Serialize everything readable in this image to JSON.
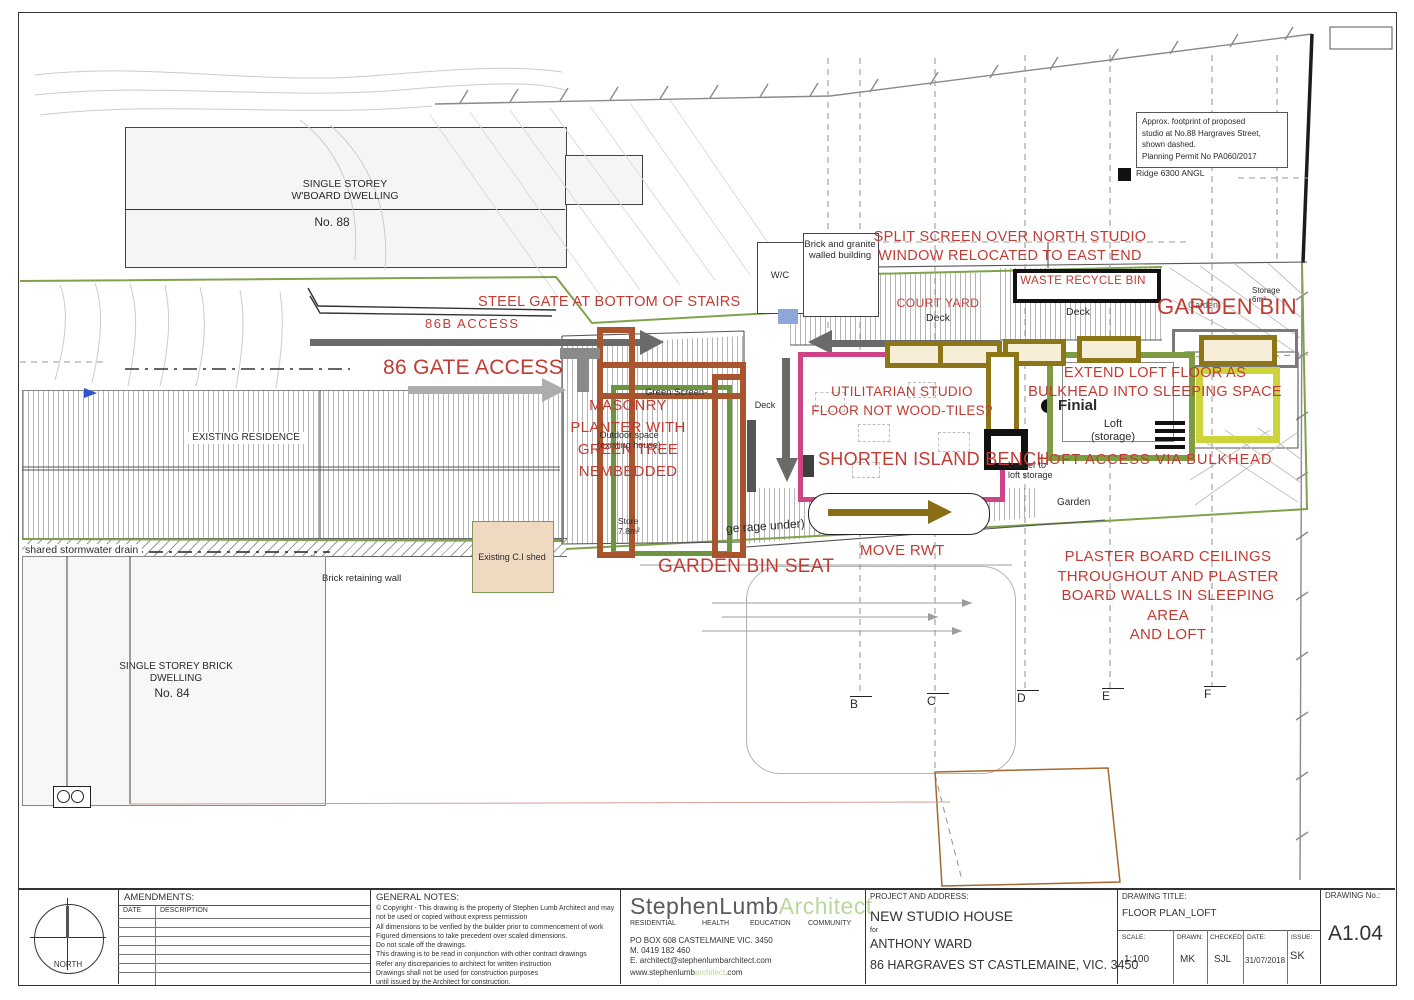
{
  "colors": {
    "red_note": "#c23b33",
    "boundary_green": "#7fa24b",
    "studio_pink": "#ce4587",
    "planter_rust": "#a8542c",
    "window_olive": "#8d7618",
    "loft_green": "#7d9c42",
    "yellow_green": "#cdd33a",
    "arrow_dark_gray": "#6a6a6a",
    "arrow_light_gray": "#adadad",
    "arrow_brown": "#8a6d15",
    "brand_green": "#b9d89c"
  },
  "buildings": {
    "no88_type": "SINGLE STOREY\nW'BOARD DWELLING",
    "no88_number": "No. 88",
    "existing_residence": "EXISTING RESIDENCE",
    "no84_type": "SINGLE STOREY BRICK\nDWELLING",
    "no84_number": "No. 84",
    "wc": "W/C",
    "brick_granite": "Brick and granite\nwalled building",
    "ci_shed": "Existing C.I shed"
  },
  "site_labels": {
    "shared_drain": "shared stormwater  drain",
    "brick_retaining": "Brick retaining wall",
    "store": "Store\n7.8m²",
    "green_screen": "Green Screen-",
    "outdoor_space": "Outdoor space\n(existing house)",
    "deck_stairs": "Deck",
    "deck_court": "Deck",
    "deck_east": "Deck",
    "garage_under": "ge  rage under)",
    "garden_small": "Garden",
    "garden_faint": "Garden",
    "storage_6m": "Storage\n6m³",
    "finial": "Finial",
    "loft_storage": "Loft\n(storage)",
    "ladder_to_loft": "Ladder to\nloft storage",
    "ridge": "Ridge 6300 ANGL",
    "footprint_note": "Approx. footprint of proposed\nstudio at No.88 Hargraves Street,\nshown dashed.\nPlanning Permit No PA060/2017"
  },
  "red_notes": {
    "split_screen": "SPLIT  SCREEN OVER NORTH STUDIO\nWINDOW RELOCATED TO EAST END",
    "steel_gate": "STEEL GATE AT BOTTOM OF STAIRS",
    "access_86b": "86B  ACCESS",
    "gate_access_86": "86 GATE ACCESS",
    "waste_recycle": "WASTE RECYCLE BIN",
    "garden_bin": "GARDEN BIN",
    "court_yard": "COURT YARD",
    "masonry_planter": "MASONRY\nPLANTER WITH\nGREEN TREE\nNEMBEDDED",
    "utilitarian": "UTILITARIAN STUDIO\nFLOOR NOT WOOD-TILES?",
    "extend_loft": "EXTEND LOFT FLOOR AS\nBULKHEAD INTO SLEEPING SPACE",
    "shorten_bench": "SHORTEN ISLAND BENCH",
    "loft_access": "LOFT ACCESS  VIA BULKHEAD",
    "garden_bin_seat": "GARDEN BIN SEAT",
    "move_rwt": "MOVE RWT",
    "plaster": "PLASTER BOARD CEILINGS\nTHROUGHOUT AND PLASTER\nBOARD WALLS IN SLEEPING AREA\nAND LOFT"
  },
  "grid": {
    "b": "B",
    "c": "C",
    "d": "D",
    "e": "E",
    "f": "F"
  },
  "title_block": {
    "north_label": "NORTH",
    "amendments": {
      "title": "AMENDMENTS:",
      "date": "DATE",
      "description": "DESCRIPTION"
    },
    "general_notes": {
      "title": "GENERAL NOTES:",
      "body": "© Copyright - This drawing is the property of Stephen Lumb Architect and may\nnot be used or copied without express permission\nAll dimensions to be verified by the builder prior to commencement of work\nFigured dimensions to take precedent over scaled dimensions.\nDo not scale off the drawings.\nThis drawing is to be read in conjunction with other contract drawings\nRefer any discrepancies to architect for written instruction\nDrawings shall not be used for construction purposes\nuntil issued by the Architect for construction."
    },
    "firm": {
      "name_1": "StephenLumb",
      "name_2": "Architect",
      "tags": [
        "RESIDENTIAL",
        "HEALTH",
        "EDUCATION",
        "COMMUNITY"
      ],
      "address": "PO BOX 608 CASTELMAINE VIC. 3450",
      "mobile": "M. 0419 182 460",
      "email": "E. architect@stephenlumbarchitect.com",
      "web_1": "www.stephenlumb",
      "web_2": "architect",
      "web_3": ".com"
    },
    "project": {
      "label": "PROJECT AND ADDRESS:",
      "name": "NEW STUDIO HOUSE",
      "for_word": "for",
      "client": "ANTHONY WARD",
      "address": "86 HARGRAVES ST CASTLEMAINE, VIC. 3450"
    },
    "drawing": {
      "title_label": "DRAWING TITLE:",
      "title": "FLOOR PLAN_LOFT",
      "scale_label": "SCALE:",
      "scale": "1:100",
      "drawn_label": "DRAWN:",
      "drawn": "MK",
      "checked_label": "CHECKED:",
      "checked": "SJL",
      "date_label": "DATE:",
      "date": "31/07/2018",
      "issue_label": "ISSUE:",
      "issue": "SK",
      "no_label": "DRAWING No.:",
      "no": "A1.04"
    }
  }
}
